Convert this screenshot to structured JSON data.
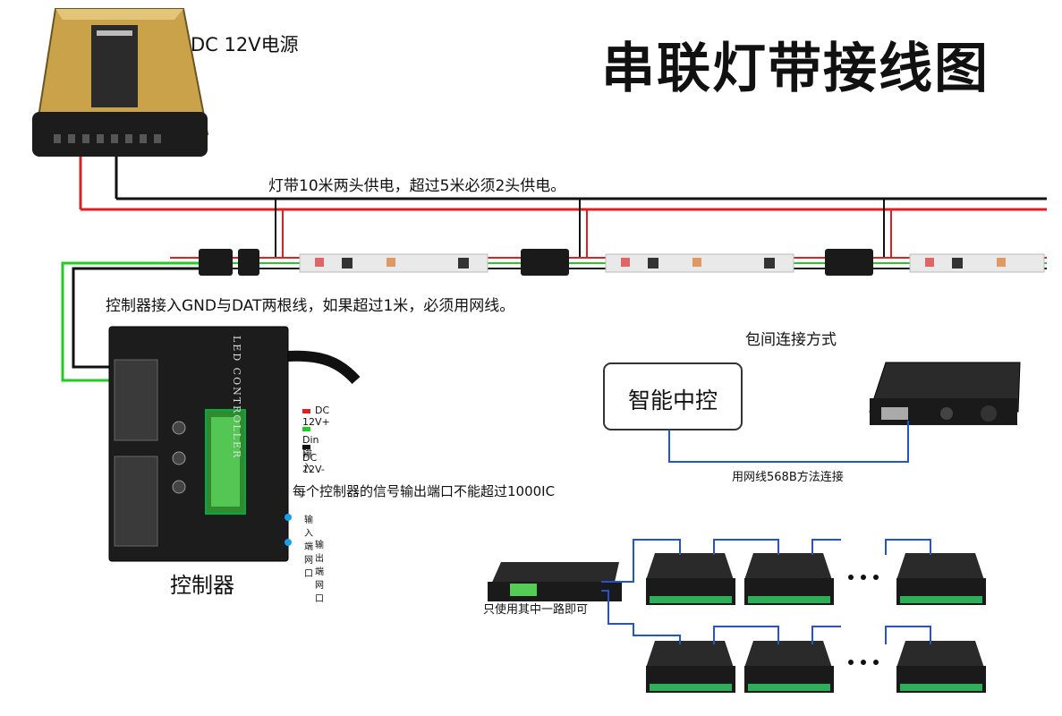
{
  "title": "串联灯带接线图",
  "psu": {
    "label": "DC 12V电源"
  },
  "notes": {
    "wire_rule": "灯带10米两头供电，超过5米必须2头供电。",
    "controller_rule": "控制器接入GND与DAT两根线，如果超过1米，必须用网线。",
    "group_title": "包间连接方式",
    "network_rule": "用网线568B方法连接",
    "output_limit": "每个控制器的信号输出端口不能超过1000IC",
    "single_port": "只使用其中一路即可"
  },
  "hub": {
    "label": "智能中控"
  },
  "controller": {
    "label": "控制器",
    "panel_text": "LED CONTROLLER",
    "legend": [
      {
        "color": "#e02020",
        "text": "DC 12V+"
      },
      {
        "color": "#22cc22",
        "text": "Din 输入"
      },
      {
        "color": "#111111",
        "text": "DC 12V-"
      }
    ],
    "ports": [
      {
        "text": "输入端网口"
      },
      {
        "text": "输出端网口"
      }
    ]
  },
  "colors": {
    "red_wire": "#e02020",
    "green_wire": "#22cc22",
    "black_wire": "#111111",
    "network": "#2255cc",
    "accent_port": "#1aa0e8"
  }
}
